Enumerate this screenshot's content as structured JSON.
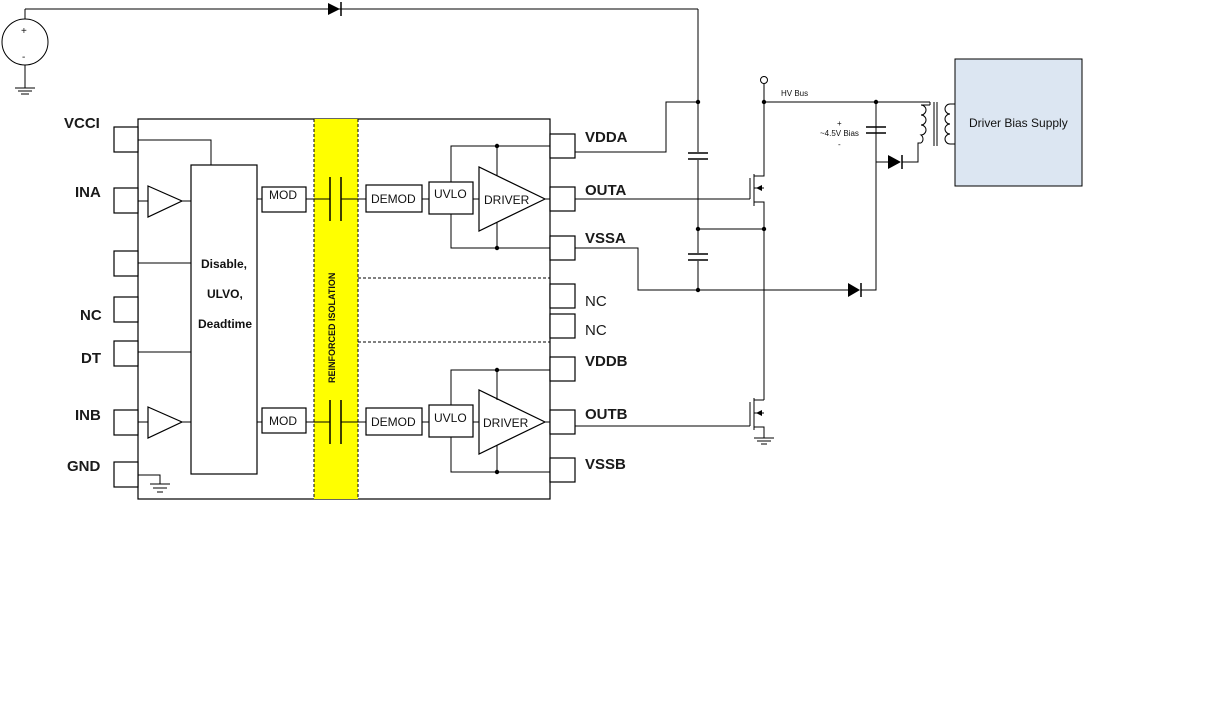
{
  "pins_left": {
    "vcci": "VCCI",
    "ina": "INA",
    "nc": "NC",
    "dt": "DT",
    "inb": "INB",
    "gnd": "GND"
  },
  "pins_right": {
    "vdda": "VDDA",
    "outa": "OUTA",
    "vssa": "VSSA",
    "nc1": "NC",
    "nc2": "NC",
    "vddb": "VDDB",
    "outb": "OUTB",
    "vssb": "VSSB"
  },
  "blocks": {
    "control_line1": "Disable,",
    "control_line2": "ULVO,",
    "control_line3": "Deadtime",
    "mod": "MOD",
    "demod": "DEMOD",
    "uvlo": "UVLO",
    "driver": "DRIVER",
    "isolation": "REINFORCED ISOLATION"
  },
  "external": {
    "hv_bus": "HV Bus",
    "bias_plus": "+",
    "bias_label": "~4.5V Bias",
    "bias_minus": "-",
    "driver_bias_supply": "Driver Bias Supply",
    "source_plus": "+",
    "source_minus": "-"
  },
  "colors": {
    "isolation_barrier": "#ffff00",
    "bias_supply_fill": "#dce6f2"
  }
}
